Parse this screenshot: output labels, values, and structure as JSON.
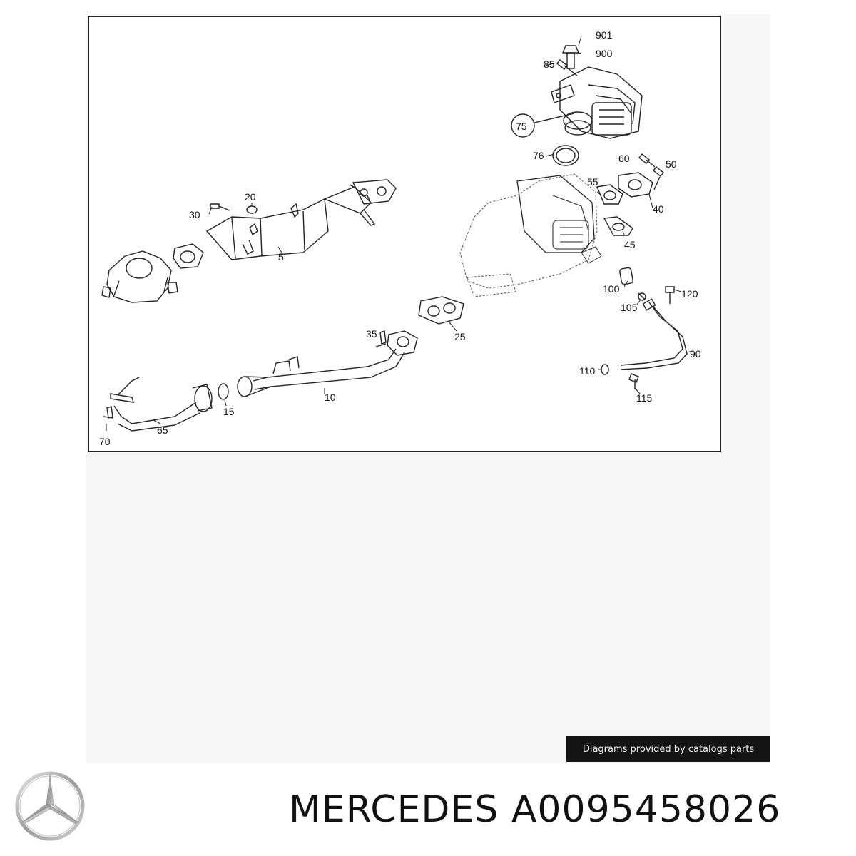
{
  "diagram": {
    "callouts": {
      "c901": "901",
      "c900": "900",
      "c85": "85",
      "c75": "75",
      "c76": "76",
      "c60": "60",
      "c50": "50",
      "c55": "55",
      "c40": "40",
      "c45": "45",
      "c20": "20",
      "c30": "30",
      "c5": "5",
      "c100": "100",
      "c120": "120",
      "c105": "105",
      "c25": "25",
      "c35": "35",
      "c90": "90",
      "c110": "110",
      "c115": "115",
      "c10": "10",
      "c15": "15",
      "c65": "65",
      "c70": "70"
    }
  },
  "credit": {
    "text": "Diagrams provided by catalogs parts"
  },
  "footer": {
    "logo_icon": "mercedes-star-icon",
    "title": "MERCEDES A0095458026"
  }
}
